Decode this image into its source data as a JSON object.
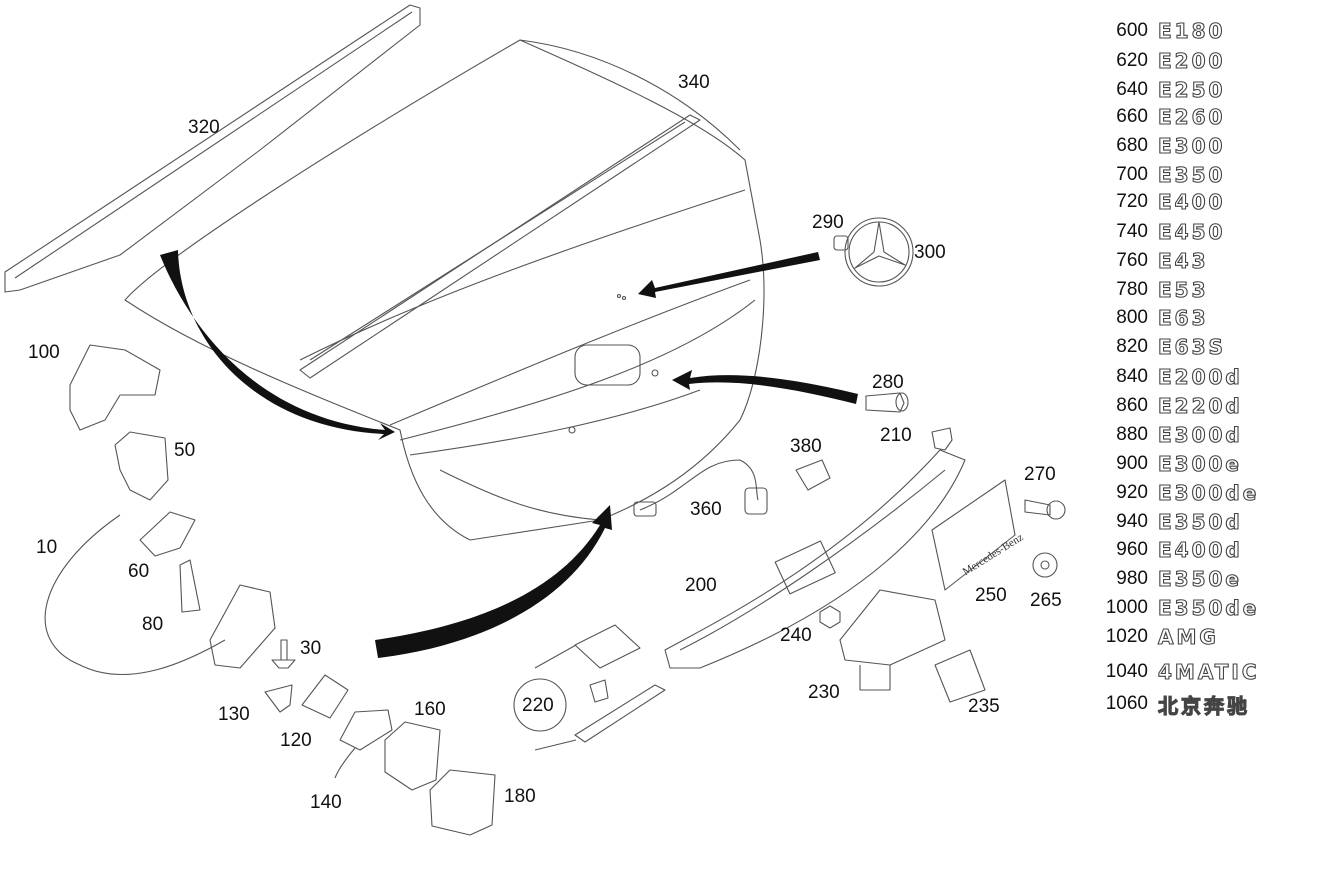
{
  "callouts": [
    {
      "id": "320",
      "label": "320"
    },
    {
      "id": "340",
      "label": "340"
    },
    {
      "id": "290",
      "label": "290"
    },
    {
      "id": "300",
      "label": "300"
    },
    {
      "id": "100",
      "label": "100"
    },
    {
      "id": "50",
      "label": "50"
    },
    {
      "id": "10",
      "label": "10"
    },
    {
      "id": "60",
      "label": "60"
    },
    {
      "id": "80",
      "label": "80"
    },
    {
      "id": "30",
      "label": "30"
    },
    {
      "id": "130",
      "label": "130"
    },
    {
      "id": "120",
      "label": "120"
    },
    {
      "id": "160",
      "label": "160"
    },
    {
      "id": "140",
      "label": "140"
    },
    {
      "id": "180",
      "label": "180"
    },
    {
      "id": "220",
      "label": "220"
    },
    {
      "id": "280",
      "label": "280"
    },
    {
      "id": "210",
      "label": "210"
    },
    {
      "id": "380",
      "label": "380"
    },
    {
      "id": "360",
      "label": "360"
    },
    {
      "id": "200",
      "label": "200"
    },
    {
      "id": "270",
      "label": "270"
    },
    {
      "id": "250",
      "label": "250"
    },
    {
      "id": "265",
      "label": "265"
    },
    {
      "id": "240",
      "label": "240"
    },
    {
      "id": "230",
      "label": "230"
    },
    {
      "id": "235",
      "label": "235"
    }
  ],
  "plate_text": "Mercedes-Benz",
  "badges": [
    {
      "num": "600",
      "text": "E180"
    },
    {
      "num": "620",
      "text": "E200"
    },
    {
      "num": "640",
      "text": "E250"
    },
    {
      "num": "660",
      "text": "E260"
    },
    {
      "num": "680",
      "text": "E300"
    },
    {
      "num": "700",
      "text": "E350"
    },
    {
      "num": "720",
      "text": "E400"
    },
    {
      "num": "740",
      "text": "E450"
    },
    {
      "num": "760",
      "text": "E43"
    },
    {
      "num": "780",
      "text": "E53"
    },
    {
      "num": "800",
      "text": "E63"
    },
    {
      "num": "820",
      "text": "E63S"
    },
    {
      "num": "840",
      "text": "E200d"
    },
    {
      "num": "860",
      "text": "E220d"
    },
    {
      "num": "880",
      "text": "E300d"
    },
    {
      "num": "900",
      "text": "E300e"
    },
    {
      "num": "920",
      "text": "E300de"
    },
    {
      "num": "940",
      "text": "E350d"
    },
    {
      "num": "960",
      "text": "E400d"
    },
    {
      "num": "980",
      "text": "E350e"
    },
    {
      "num": "1000",
      "text": "E350de"
    },
    {
      "num": "1020",
      "text": "AMG"
    },
    {
      "num": "1040",
      "text": "4MATIC"
    },
    {
      "num": "1060",
      "text": "北京奔驰"
    }
  ]
}
